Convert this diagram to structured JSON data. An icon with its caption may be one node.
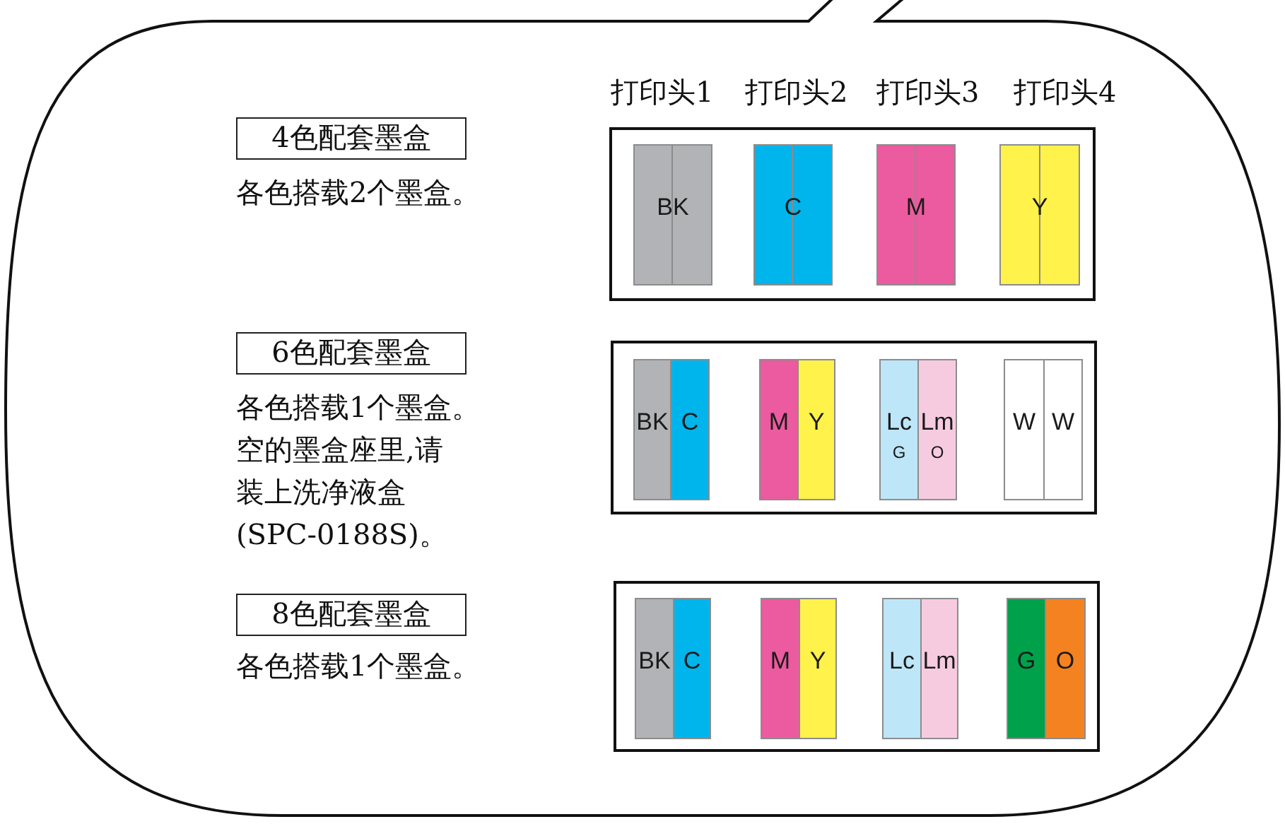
{
  "diagram": {
    "nodes": [
      {
        "text": [],
        "shape": "bubble"
      },
      {
        "text": [
          "4色配套墨盒"
        ],
        "beside": [
          "各色搭载2个墨盒。"
        ],
        "in": 0
      },
      {
        "text": [],
        "shape": "box",
        "in": 0
      },
      {
        "text": [
          "BK"
        ],
        "in": 2
      },
      {
        "text": [
          "C"
        ],
        "in": 2
      },
      {
        "text": [
          "M"
        ],
        "in": 2
      },
      {
        "text": [
          "Y"
        ],
        "in": 2
      },
      {
        "text": [
          "6色配套墨盒"
        ],
        "beside": [
          "各色搭载1个墨盒。",
          "空的墨盒座里,请装上洗净液盒(SPC-0188S)。"
        ],
        "in": 0
      },
      {
        "text": [],
        "shape": "box",
        "in": 0
      },
      {
        "text": [
          "BK"
        ],
        "in": 8
      },
      {
        "text": [
          "C"
        ],
        "in": 8
      },
      {
        "text": [
          "M"
        ],
        "in": 8
      },
      {
        "text": [
          "Y"
        ],
        "in": 8
      },
      {
        "text": [
          "Lc",
          "G"
        ],
        "in": 8
      },
      {
        "text": [
          "Lm",
          "O"
        ],
        "in": 8
      },
      {
        "text": [
          "W"
        ],
        "in": 8
      },
      {
        "text": [
          "W"
        ],
        "in": 8
      },
      {
        "text": [
          "8色配套墨盒"
        ],
        "beside": [
          "各色搭载1个墨盒。"
        ],
        "in": 0
      },
      {
        "text": [],
        "shape": "box",
        "in": 0
      },
      {
        "text": [
          "BK"
        ],
        "in": 18
      },
      {
        "text": [
          "C"
        ],
        "in": 18
      },
      {
        "text": [
          "M"
        ],
        "in": 18
      },
      {
        "text": [
          "Y"
        ],
        "in": 18
      },
      {
        "text": [
          "Lc"
        ],
        "in": 18
      },
      {
        "text": [
          "Lm"
        ],
        "in": 18
      },
      {
        "text": [
          "G"
        ],
        "in": 18
      },
      {
        "text": [
          "O"
        ],
        "in": 18
      }
    ],
    "labels": [
      "打印头1",
      "打印头2",
      "打印头3",
      "打印头4"
    ]
  }
}
